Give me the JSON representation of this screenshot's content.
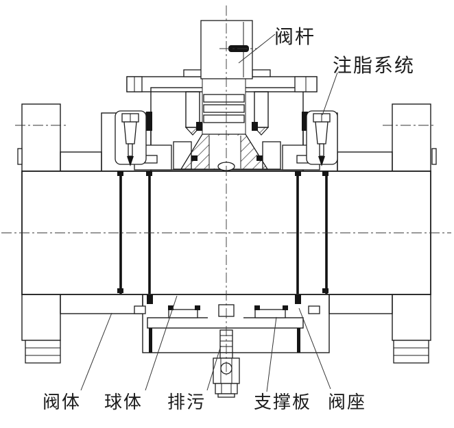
{
  "figure": {
    "labels": {
      "stem": "阀杆",
      "grease_system": "注脂系统",
      "body": "阀体",
      "ball": "球体",
      "drain": "排污",
      "support_plate": "支撑板",
      "seat": "阀座"
    },
    "colors": {
      "ink": "#1c1c1c",
      "hatch": "#4a4a4a",
      "background": "#ffffff"
    }
  }
}
